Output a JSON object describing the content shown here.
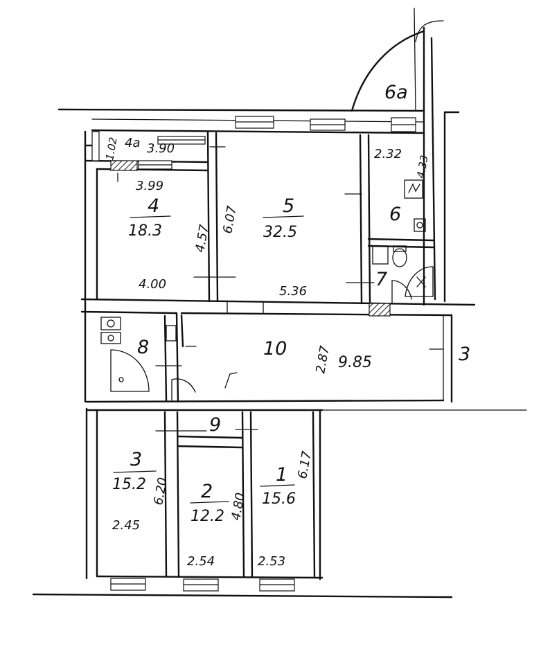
{
  "rooms": {
    "r1": {
      "number": "1",
      "area": "15.6"
    },
    "r2": {
      "number": "2",
      "area": "12.2"
    },
    "r3": {
      "number": "3",
      "area": "15.2"
    },
    "r4": {
      "number": "4",
      "area": "18.3"
    },
    "r4a": {
      "number": "4a"
    },
    "r5": {
      "number": "5",
      "area": "32.5"
    },
    "r6": {
      "number": "6"
    },
    "r6a": {
      "number": "6a"
    },
    "r7": {
      "number": "7"
    },
    "r8": {
      "number": "8"
    },
    "r9": {
      "number": "9"
    },
    "r10": {
      "number": "10"
    }
  },
  "dimensions": {
    "d_4a_len": "3.90",
    "d_4a_w": "1.02",
    "d_4_top": "3.99",
    "d_4_bottom": "4.00",
    "d_4_h": "4.57",
    "d_5_h": "6.07",
    "d_5_w": "5.36",
    "d_6_w": "2.32",
    "d_6_h": "4.33",
    "d_10_h": "2.87",
    "d_10_w": "9.85",
    "d_3_h": "6.20",
    "d_3_w": "2.45",
    "d_2_h": "4.80",
    "d_2_w": "2.54",
    "d_1_h": "6.17",
    "d_1_w": "2.53",
    "d_edge": "3"
  }
}
